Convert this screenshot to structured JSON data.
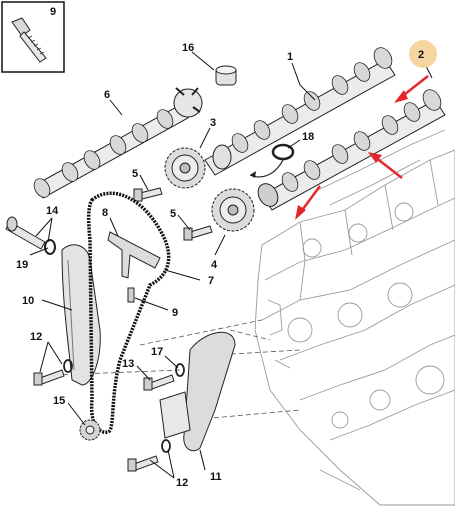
{
  "inset": {
    "label": "9"
  },
  "callouts": {
    "c1": "1",
    "c2": "2",
    "c3": "3",
    "c4": "4",
    "c5a": "5",
    "c5b": "5",
    "c6": "6",
    "c7": "7",
    "c8": "8",
    "c9": "9",
    "c10": "10",
    "c11": "11",
    "c12a": "12",
    "c12b": "12",
    "c13": "13",
    "c14": "14",
    "c15": "15",
    "c16": "16",
    "c17": "17",
    "c18": "18",
    "c19": "19"
  },
  "colors": {
    "highlight_circle": "#f5d6a0",
    "arrow": "#e4262c",
    "ink": "#111111",
    "engine_line": "#9a9a9a"
  }
}
